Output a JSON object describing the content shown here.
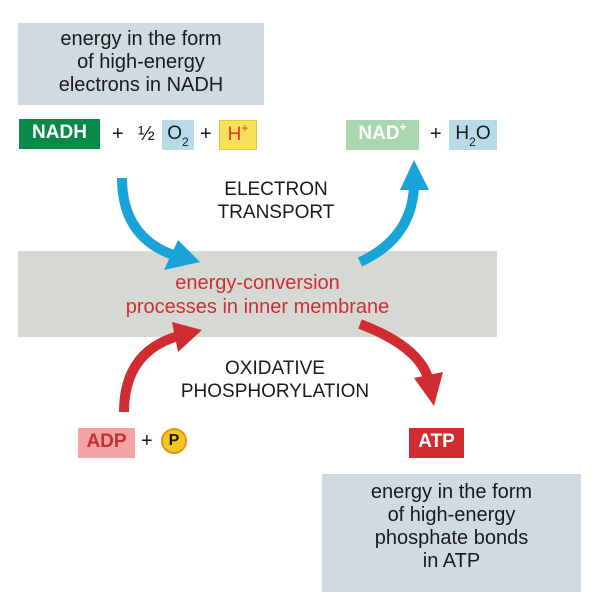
{
  "note_top": {
    "line1": "energy in the form",
    "line2": "of high-energy",
    "line3": "electrons in NADH"
  },
  "reactants_top": {
    "nadh": "NADH",
    "plus1": "+",
    "half": "½",
    "o": "O",
    "o_sub": "2",
    "plus2": "+",
    "h": "H",
    "h_sup": "+"
  },
  "products_top": {
    "nad": "NAD",
    "nad_sup": "+",
    "plus": "+",
    "h2o_h": "H",
    "h2o_sub": "2",
    "h2o_o": "O"
  },
  "electron_transport": {
    "line1": "ELECTRON",
    "line2": "TRANSPORT"
  },
  "membrane": {
    "line1": "energy-conversion",
    "line2": "processes in inner membrane"
  },
  "oxidative": {
    "line1": "OXIDATIVE",
    "line2": "PHOSPHORYLATION"
  },
  "reactants_bottom": {
    "adp": "ADP",
    "plus": "+",
    "p": "P"
  },
  "products_bottom": {
    "atp": "ATP"
  },
  "note_bottom": {
    "line1": "energy in the form",
    "line2": "of high-energy",
    "line3": "phosphate bonds",
    "line4": "in ATP"
  },
  "colors": {
    "blue_arrow": "#1aa3d9",
    "red_arrow": "#d22c33",
    "nadh": "#0a8a4a",
    "nad": "#a9d6ae",
    "note_bg": "#cfdbe0",
    "band_bg": "#d6d9d3"
  }
}
